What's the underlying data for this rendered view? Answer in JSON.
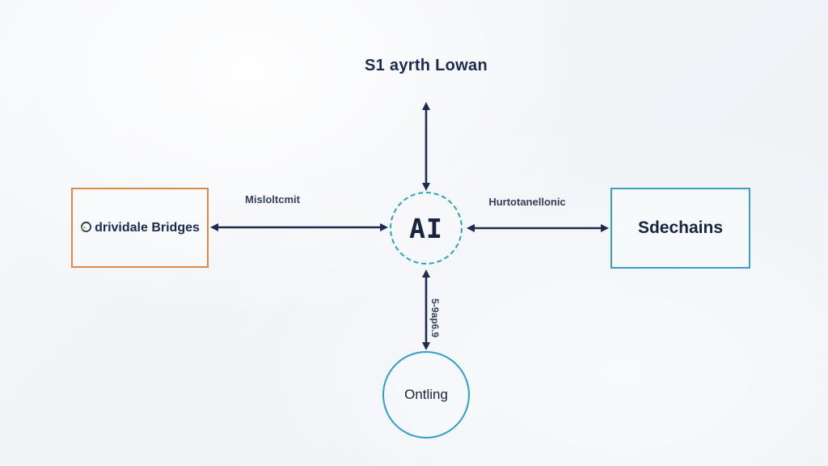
{
  "diagram": {
    "nodes": {
      "top_label": "S1 ayrth Lowan",
      "center": "AI",
      "left": "drividale Bridges",
      "right": "Sdechains",
      "bottom": "Ontling"
    },
    "edge_labels": {
      "left": "Misloltcmit",
      "right": "Hurtotanellonic",
      "bottom": "5-9ap6.9"
    },
    "icons": {
      "left_node_logo": "circular-logo-mark-icon"
    },
    "colors": {
      "background": "#f3f5f8",
      "text_navy": "#1c2b4e",
      "arrow": "#1c2b4e",
      "left_box_border": "#dd8a45",
      "right_box_border": "#3a9fca",
      "center_circle_border": "#2aa5c0",
      "bottom_circle_border": "#2e9fc5",
      "logo_green": "#5aa832"
    }
  }
}
